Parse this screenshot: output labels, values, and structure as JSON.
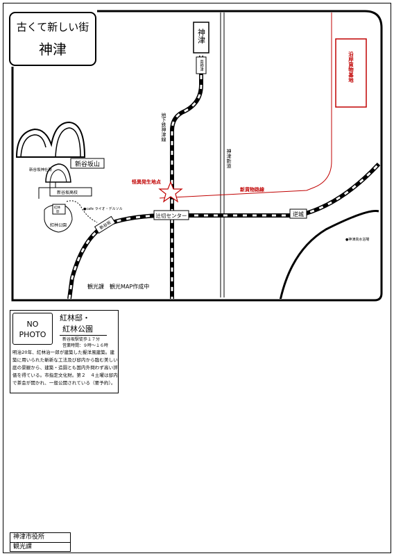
{
  "map": {
    "title_line1": "古くて新しい街",
    "title_line2": "神津",
    "stations": {
      "kamitsu": "神津",
      "minami_kamitsu": "南神津",
      "shintanisakayama": "新谷坂山",
      "shintanisaka": "新谷坂",
      "tsujigiri_center": "辻切センター",
      "sakaki": "逆城"
    },
    "labels": {
      "subway_line": "地下鉄神津線",
      "new_road": "神津新道",
      "coastal_freight_base": "沿岸貨物基地",
      "new_freight_line": "新貨物路線",
      "incident_point": "怪異発生地点",
      "shrine": "新谷坂神社跡",
      "high_school": "新谷坂高校",
      "akabayashi_mansion": "紅林邸",
      "akabayashi_park": "紅林公園",
      "cafe": "●cafe ライオ・デルソル",
      "water_plant": "●神津高水浴場",
      "tourism_note": "観光課　観光MAP作成中"
    },
    "colors": {
      "freight": "#c00000",
      "line": "#000000"
    }
  },
  "spot": {
    "photo_placeholder_1": "NO",
    "photo_placeholder_2": "PHOTO",
    "name_line1": "紅林邸・",
    "name_line2": "紅林公園",
    "access_1": "新谷坂駅徒歩１７分",
    "access_2": "営業時間：９時〜１６時",
    "description": "明治20年、紅林治一郎が建築した擬洋風建築。建築に用いられた斬新な工法及び邸内から臨む美しい庭の景観から、建築・造園とも国内外問わず高い評価を得ている。市指定文化財。第２　４土曜は邸内で茶会が開かれ、一般公開されている（要予約）。"
  },
  "footer": {
    "office": "神津市役所",
    "section": "観光課"
  }
}
